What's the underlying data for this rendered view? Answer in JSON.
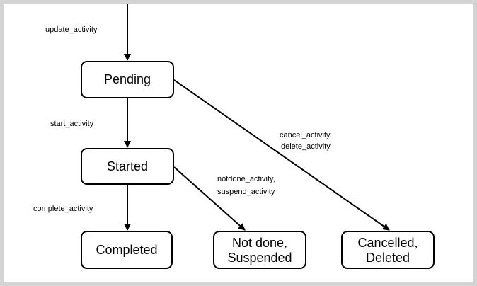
{
  "colors": {
    "border": "#d4d4d4",
    "stroke": "#000000",
    "fill": "#ffffff",
    "text": "#000000"
  },
  "states": {
    "pending": "Pending",
    "started": "Started",
    "completed": "Completed",
    "notdone_line1": "Not done,",
    "notdone_line2": "Suspended",
    "cancelled_line1": "Cancelled,",
    "cancelled_line2": "Deleted"
  },
  "transitions": {
    "update": "update_activity",
    "start": "start_activity",
    "complete": "complete_activity",
    "notdone": "notdone_activity,",
    "suspend": "suspend_activity",
    "cancel": "cancel_activity,",
    "delete": "delete_activity"
  }
}
